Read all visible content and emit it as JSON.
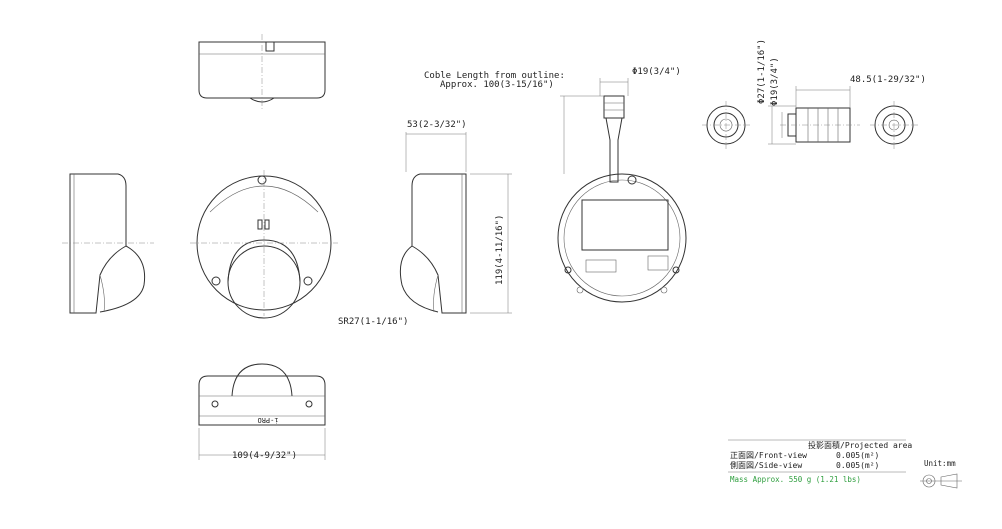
{
  "dimensions": {
    "cable_length_line1": "Coble Length from outline:",
    "cable_length_line2": "Approx. 100(3-15/16\")",
    "cable_diameter": "Φ19(3/4\")",
    "depth": "53(2-3/32\")",
    "height": "119(4-11/16\")",
    "dome_radius": "SR27(1-1/16\")",
    "width": "109(4-9/32\")",
    "connector_outer_diameter": "Φ27(1-1/16\")",
    "connector_inner_diameter": "Φ19(3/4\")",
    "connector_length": "48.5(1-29/32\")"
  },
  "brand_label": "i-PRO",
  "info_table": {
    "header": "投影面積/Projected area",
    "rows": [
      {
        "label": "正面図/Front-view",
        "value": "0.005(m²)"
      },
      {
        "label": "側面図/Side-view",
        "value": "0.005(m²)"
      }
    ],
    "mass": "Mass  Approx. 550 g (1.21 lbs)",
    "mass_color": "#2e9e3e"
  },
  "unit_label": "Unit:mm",
  "projection_symbol": "third-angle-projection-icon"
}
